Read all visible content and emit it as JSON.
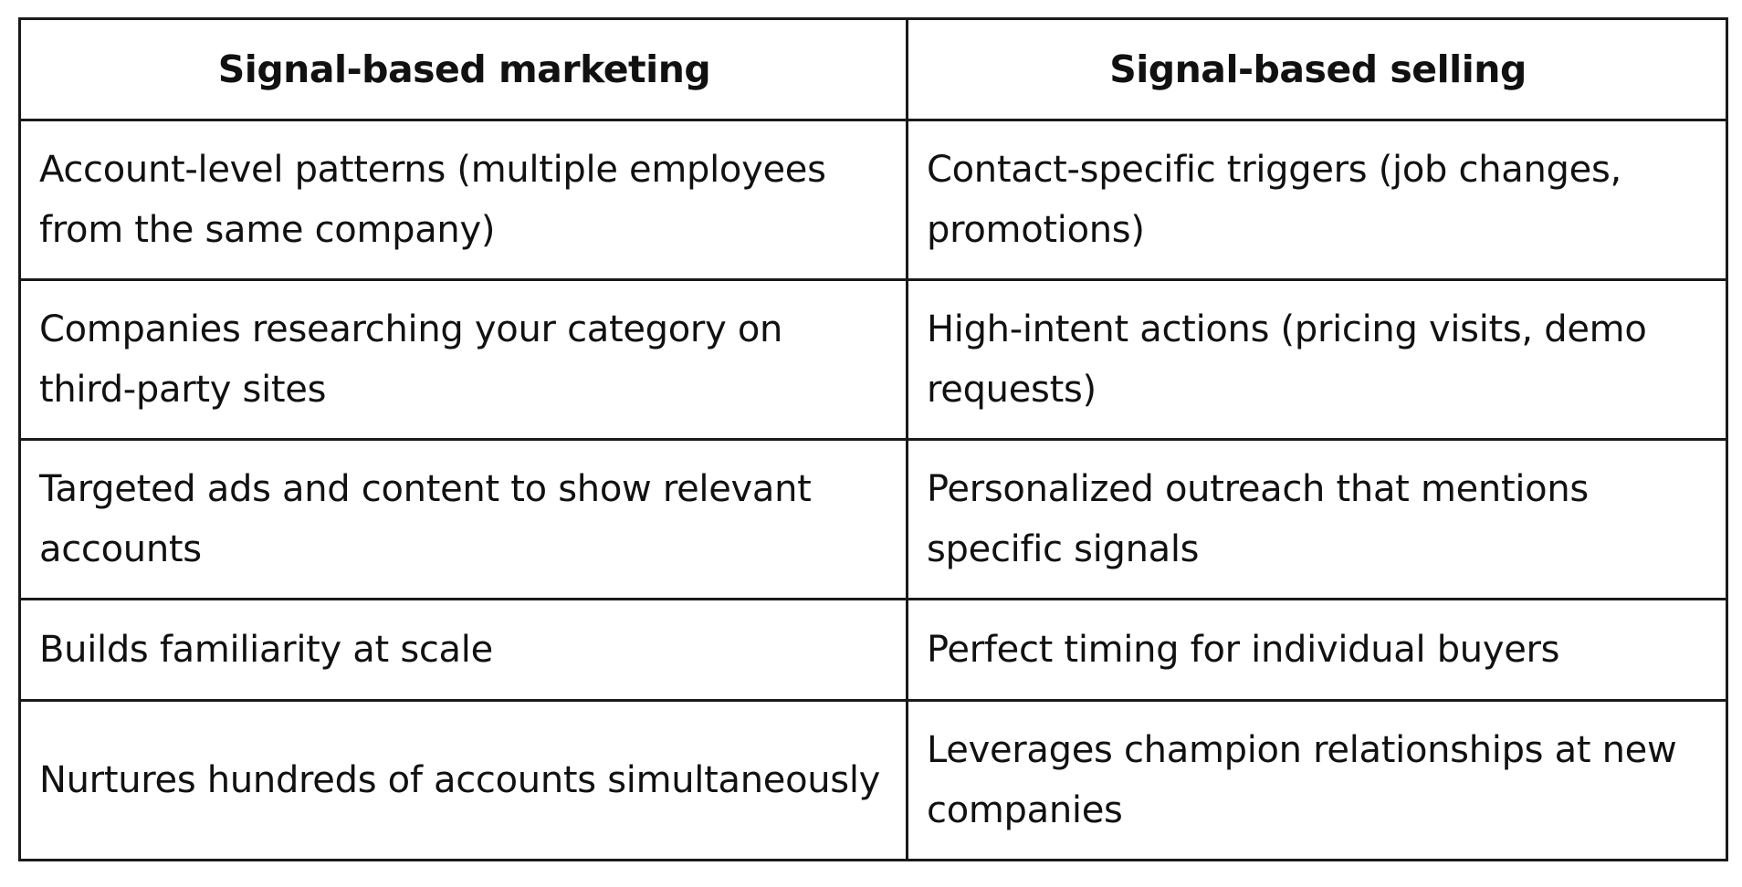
{
  "table": {
    "headers": [
      "Signal-based marketing",
      "Signal-based selling"
    ],
    "rows": [
      [
        "Account-level patterns (multiple employees from the same company)",
        "Contact-specific triggers (job changes, promotions)"
      ],
      [
        "Companies researching your category on third-party sites",
        "High-intent actions (pricing visits, demo requests)"
      ],
      [
        "Targeted ads and content to show relevant accounts",
        "Personalized outreach that mentions specific signals"
      ],
      [
        "Builds familiarity at scale",
        "Perfect timing for individual buyers"
      ],
      [
        "Nurtures hundreds of accounts simultaneously",
        "Leverages champion relationships at new companies"
      ]
    ]
  }
}
